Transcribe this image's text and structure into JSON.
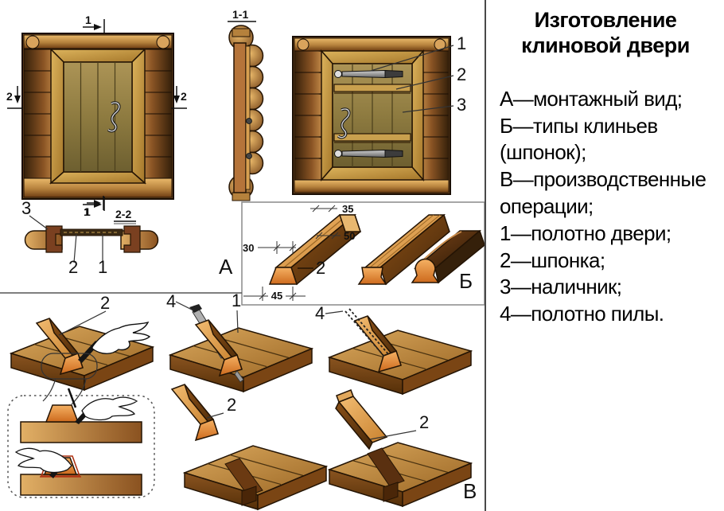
{
  "title": "Изготовление клиновой двери",
  "legend": {
    "items": [
      "А—монтажный вид;",
      "Б—типы клиньев (шпонок);",
      "В—производственные операции;",
      "1—полотно двери;",
      "2—шпонка;",
      "3—наличник;",
      "4—полотно пилы."
    ]
  },
  "letters": {
    "assembly": "А",
    "wedges": "Б",
    "operations": "В"
  },
  "front_view": {
    "cut_top": "1",
    "cut_bottom": "1",
    "cut_left": "2",
    "cut_right": "2"
  },
  "section_view": {
    "label": "1-1"
  },
  "cross_section": {
    "cut": "1",
    "label": "2-2",
    "callout_casing": "3",
    "callout_wedge": "2",
    "callout_leaf": "1"
  },
  "assembly_view": {
    "callout_leaf": "1",
    "callout_wedge": "2",
    "callout_casing": "3"
  },
  "wedge_types": {
    "callout_wedge": "2",
    "dim_top_width": "35",
    "dim_mid_width": "50",
    "dim_height": "30",
    "dim_bottom_width": "45"
  },
  "operations": {
    "marking_callout": "2",
    "sawing_callout": "4",
    "leaf_callout": "1",
    "sawing2_callout": "4",
    "fitting_callout": "2",
    "driving_callout": "2"
  },
  "colors": {
    "wood_light": "#e8b166",
    "wood_mid": "#c08440",
    "wood_dark": "#6e3d12",
    "door_olive": "#9a8448",
    "casing_gold": "#c79a42",
    "wedge_face": "#e07b2d",
    "accent_red": "#b03414",
    "ink": "#111111",
    "divider": "#4a4a4a",
    "background": "#ffffff"
  }
}
